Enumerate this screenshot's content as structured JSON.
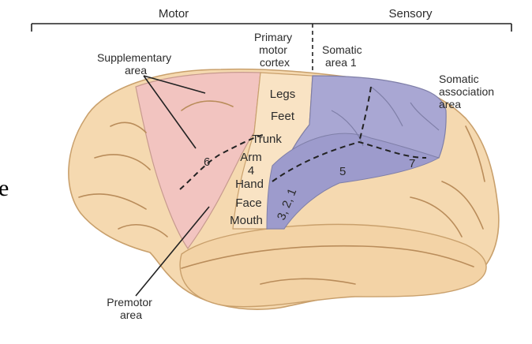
{
  "header": {
    "motor": "Motor",
    "sensory": "Sensory"
  },
  "labels": {
    "primary_motor_cortex": [
      "Primary",
      "motor",
      "cortex"
    ],
    "somatic_area_1": [
      "Somatic",
      "area 1"
    ],
    "somatic_association_area": [
      "Somatic",
      "association",
      "area"
    ],
    "supplementary_area": [
      "Supplementary",
      "area"
    ],
    "premotor_area": [
      "Premotor",
      "area"
    ]
  },
  "body_map": [
    "Legs",
    "Feet",
    "Trunk",
    "Arm",
    "4",
    "Hand",
    "Face",
    "Mouth"
  ],
  "area_numbers": {
    "six": "6",
    "five": "5",
    "seven": "7",
    "sensory_321": "3, 2, 1"
  },
  "edge_glyph": "e",
  "colors": {
    "brain": "#f5d9b0",
    "brain_outline": "#c9a06c",
    "motor_pink": "#f2c4c0",
    "sensory_purple": "#a9a7d3",
    "text": "#2b2b2b"
  }
}
